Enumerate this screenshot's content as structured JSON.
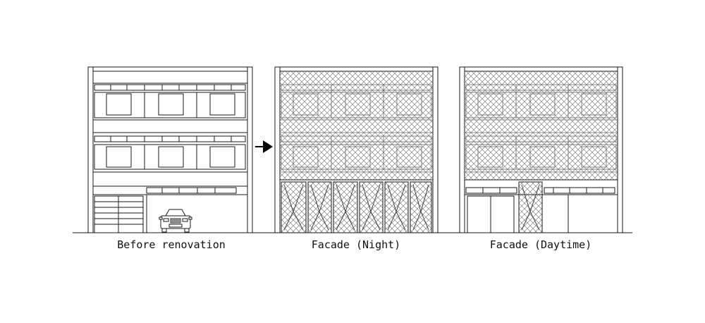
{
  "captions": {
    "before": "Before renovation",
    "night": "Facade (Night)",
    "day": "Facade (Daytime)"
  },
  "colors": {
    "line": "#1a1a1a",
    "mesh": "#6a6a6a",
    "background": "#ffffff"
  },
  "icons": {
    "arrow": "arrow-right-icon",
    "car": "car-icon"
  }
}
